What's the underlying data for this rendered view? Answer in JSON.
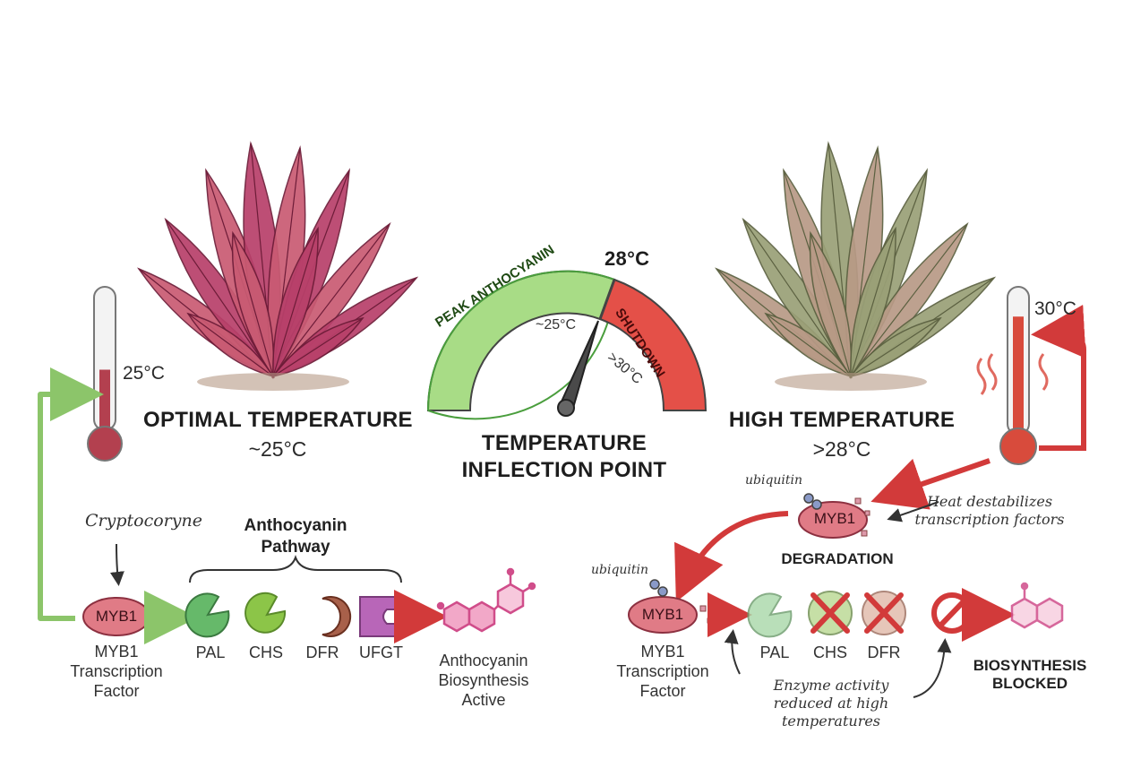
{
  "colors": {
    "healthy_leaf": "#b8406a",
    "pale_leaf": "#9aa077",
    "green_arrow": "#8cc56a",
    "red_arrow": "#d23a3a",
    "gauge_green": "#72c45a",
    "gauge_red": "#d93a35",
    "myb1_fill": "#e07b86",
    "pal_fill": "#66b96a",
    "chs_fill": "#8cc548",
    "dfr_fill": "#a8604a",
    "ufgt_fill": "#b866b8",
    "molecule": "#d04d8a"
  },
  "left": {
    "title": "OPTIMAL TEMPERATURE",
    "subtitle": "~25°C",
    "thermo_label": "25°C",
    "species_label": "Cryptocoryne",
    "pathway_title": "Anthocyanin Pathway",
    "myb1_node": "MYB1",
    "myb1_caption": "MYB1 Transcription Factor",
    "enzymes": [
      "PAL",
      "CHS",
      "DFR",
      "UFGT"
    ],
    "result_caption": "Anthocyanin Biosynthesis Active",
    "thermo_fill_fraction": 0.45
  },
  "gauge": {
    "threshold": "28°C",
    "green_band": "PEAK ANTHOCYANIN",
    "red_band": "SHUTDOWN",
    "green_tick": "~25°C",
    "red_tick": ">30°C",
    "title": "TEMPERATURE INFLECTION POINT"
  },
  "right": {
    "title": "HIGH TEMPERATURE",
    "subtitle": ">28°C",
    "thermo_label": "30°C",
    "ubiquitin_top": "ubiquitin",
    "myb1_top": "MYB1",
    "degradation_label": "DEGRADATION",
    "heat_note": "Heat destabilizes transcription factors",
    "ubiquitin_bottom": "ubiquitin",
    "myb1_bottom": "MYB1",
    "myb1_caption": "MYB1 Transcription Factor",
    "enzymes": [
      "PAL",
      "CHS",
      "DFR"
    ],
    "enzyme_note": "Enzyme activity reduced at high temperatures",
    "blocked_label": "BIOSYNTHESIS BLOCKED",
    "thermo_fill_fraction": 0.85
  }
}
